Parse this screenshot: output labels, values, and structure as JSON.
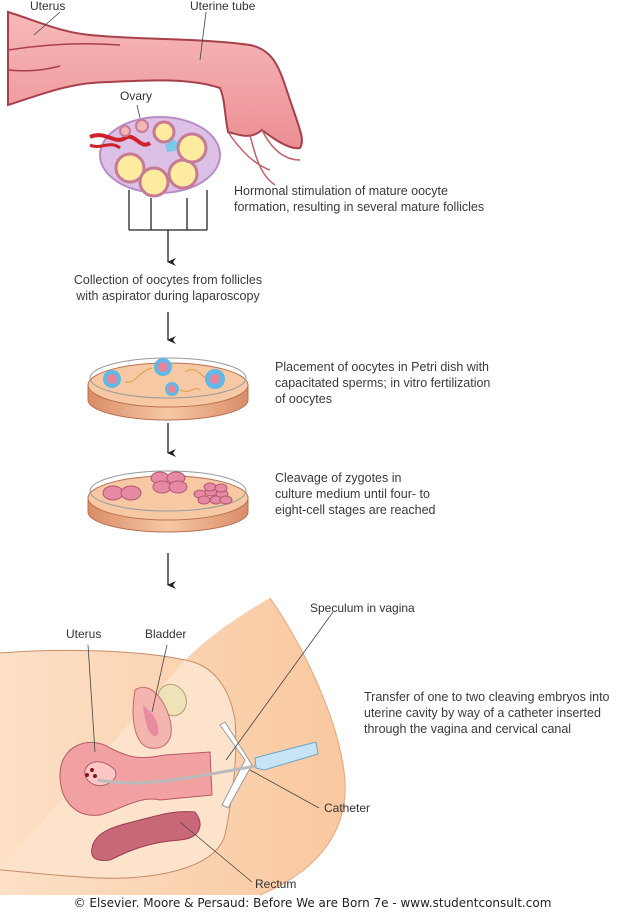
{
  "figure": {
    "title": "In vitro fertilization and embryo transfer procedure",
    "colors": {
      "tube_pink": "#f0a0a3",
      "tube_dark": "#a8404c",
      "ovary_purple": "#d8b8e0",
      "follicle_yellow": "#fdeca0",
      "dish_peach": "#f6c9a4",
      "dish_rim": "#e0a57f",
      "skin": "#fbd3b0",
      "uterus_pink": "#f2a7a9",
      "arrow": "#222222"
    }
  },
  "labels": {
    "uterus_top": "Uterus",
    "uterine_tube": "Uterine tube",
    "ovary": "Ovary",
    "uterus_bottom": "Uterus",
    "bladder": "Bladder",
    "speculum": "Speculum in vagina",
    "catheter": "Catheter",
    "rectum": "Rectum"
  },
  "steps": [
    {
      "id": "stimulation",
      "text": "Hormonal stimulation of mature oocyte\nformation, resulting in several mature follicles"
    },
    {
      "id": "collection",
      "text": "Collection of oocytes from follicles\nwith aspirator during laparoscopy"
    },
    {
      "id": "fertilization",
      "text": "Placement of oocytes in Petri dish with\ncapacitated sperms; in vitro fertilization\nof oocytes"
    },
    {
      "id": "cleavage",
      "text": "Cleavage of zygotes in\nculture medium until four- to\neight-cell stages are reached"
    },
    {
      "id": "transfer",
      "text": "Transfer of one to two cleaving embryos into\nuterine cavity by way of a catheter inserted\nthrough the vagina and cervical canal"
    }
  ],
  "footer": "© Elsevier. Moore & Persaud: Before We are Born 7e - www.studentconsult.com"
}
